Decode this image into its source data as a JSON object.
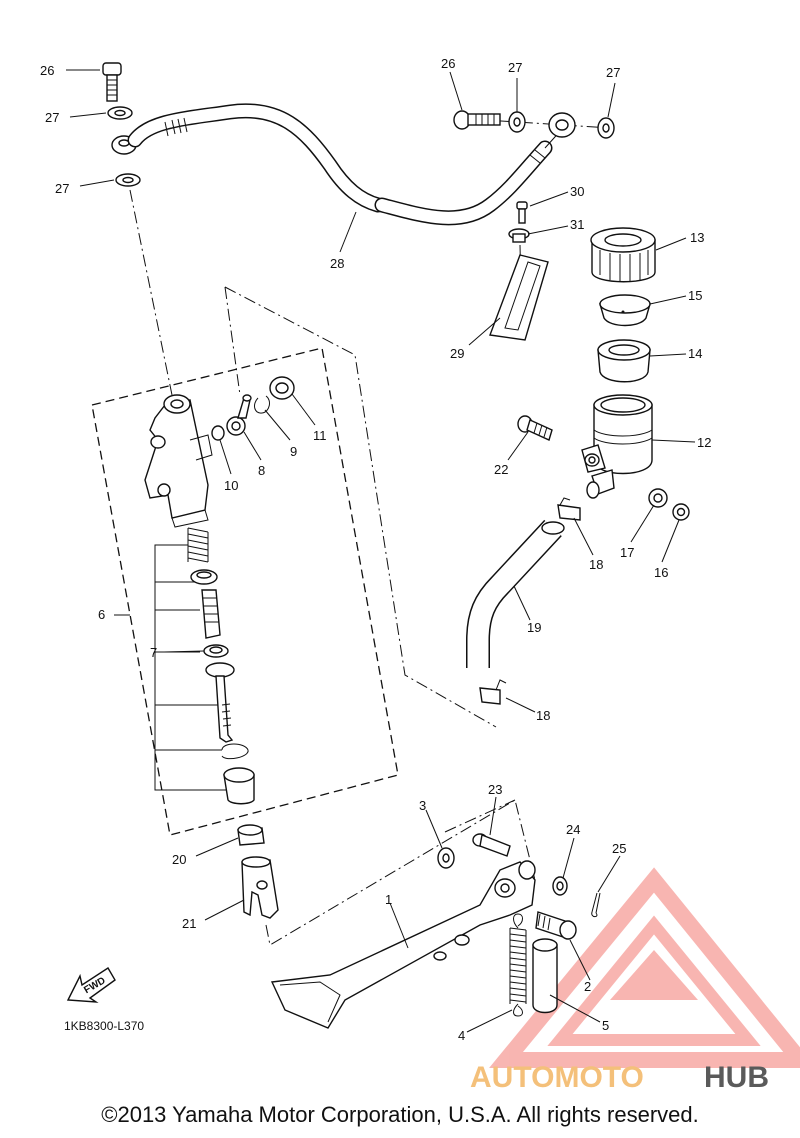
{
  "callouts": [
    {
      "id": "c26a",
      "label": "26"
    },
    {
      "id": "c27a",
      "label": "27"
    },
    {
      "id": "c27b",
      "label": "27"
    },
    {
      "id": "c26b",
      "label": "26"
    },
    {
      "id": "c27c",
      "label": "27"
    },
    {
      "id": "c27d",
      "label": "27"
    },
    {
      "id": "c28",
      "label": "28"
    },
    {
      "id": "c30",
      "label": "30"
    },
    {
      "id": "c31",
      "label": "31"
    },
    {
      "id": "c13",
      "label": "13"
    },
    {
      "id": "c15",
      "label": "15"
    },
    {
      "id": "c14",
      "label": "14"
    },
    {
      "id": "c29",
      "label": "29"
    },
    {
      "id": "c11",
      "label": "11"
    },
    {
      "id": "c9",
      "label": "9"
    },
    {
      "id": "c8",
      "label": "8"
    },
    {
      "id": "c10",
      "label": "10"
    },
    {
      "id": "c12",
      "label": "12"
    },
    {
      "id": "c22",
      "label": "22"
    },
    {
      "id": "c18a",
      "label": "18"
    },
    {
      "id": "c17",
      "label": "17"
    },
    {
      "id": "c16",
      "label": "16"
    },
    {
      "id": "c19",
      "label": "19"
    },
    {
      "id": "c6",
      "label": "6"
    },
    {
      "id": "c7",
      "label": "7"
    },
    {
      "id": "c18b",
      "label": "18"
    },
    {
      "id": "c3",
      "label": "3"
    },
    {
      "id": "c23",
      "label": "23"
    },
    {
      "id": "c24",
      "label": "24"
    },
    {
      "id": "c25",
      "label": "25"
    },
    {
      "id": "c20",
      "label": "20"
    },
    {
      "id": "c21",
      "label": "21"
    },
    {
      "id": "c1",
      "label": "1"
    },
    {
      "id": "c2",
      "label": "2"
    },
    {
      "id": "c4",
      "label": "4"
    },
    {
      "id": "c5",
      "label": "5"
    }
  ],
  "fwd_label": "FWD",
  "diagram_code": "1KB8300-L370",
  "watermark": {
    "part1": "AUTOMOTO",
    "part2": "HUB",
    "color_primary": "#f7a9a4",
    "color_secondary": "#f4c07a",
    "color_dark": "#5a5a5a"
  },
  "copyright": "©2013 Yamaha Motor Corporation, U.S.A. All rights reserved."
}
